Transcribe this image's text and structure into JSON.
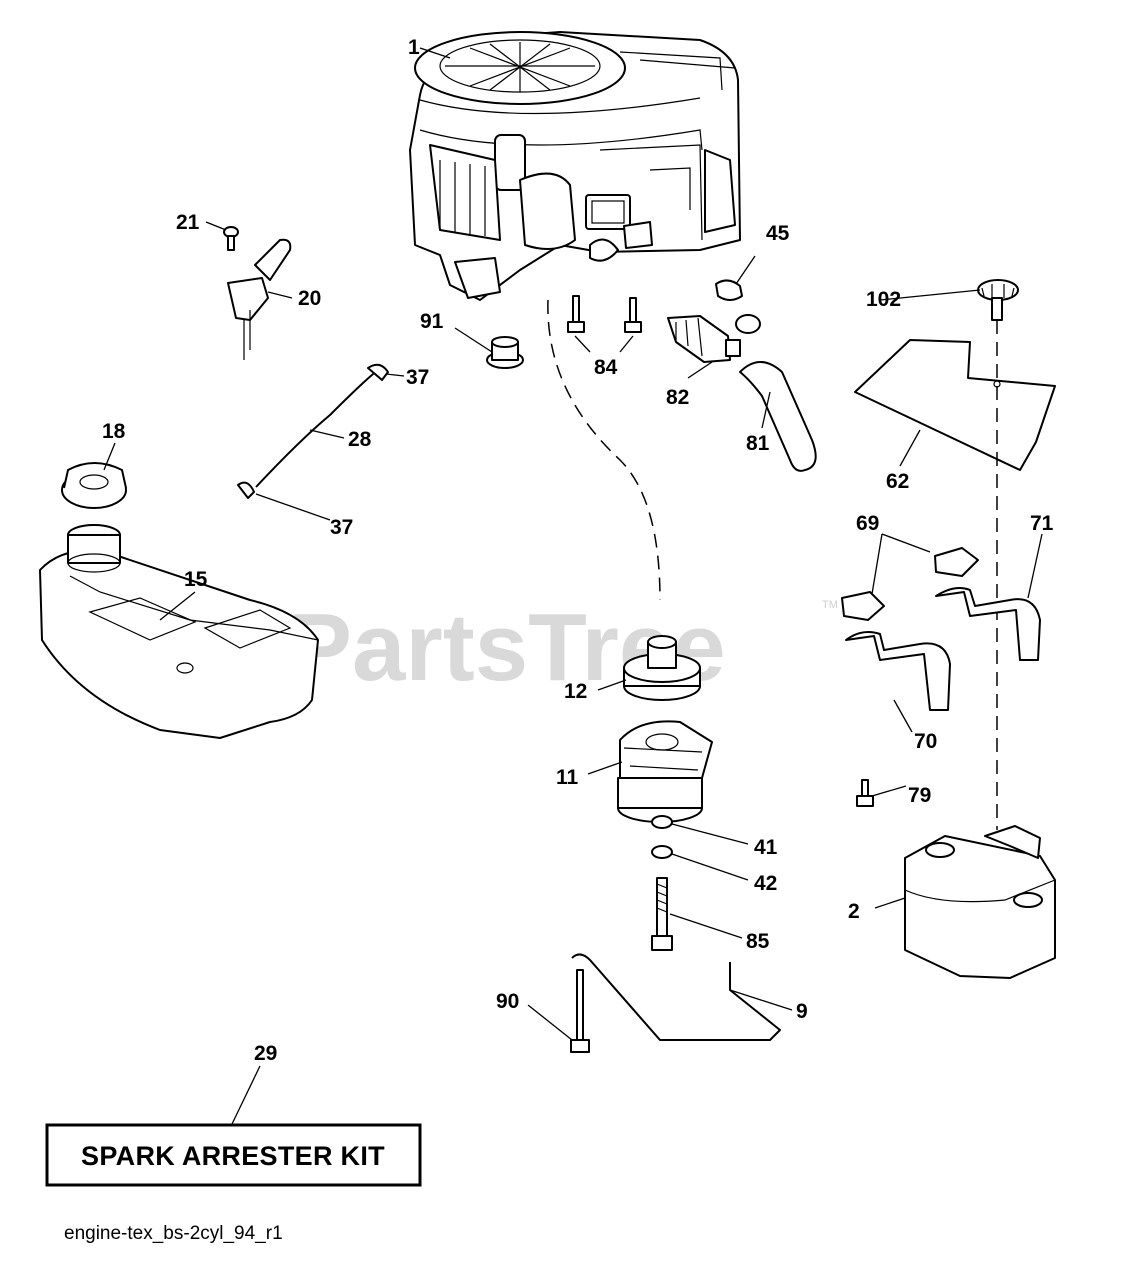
{
  "watermark": {
    "text": "PartsTree",
    "tm": "TM"
  },
  "callouts": {
    "c1": "1",
    "c2": "2",
    "c9": "9",
    "c11": "11",
    "c12": "12",
    "c15": "15",
    "c18": "18",
    "c20": "20",
    "c21": "21",
    "c28": "28",
    "c29": "29",
    "c37a": "37",
    "c37b": "37",
    "c41": "41",
    "c42": "42",
    "c45": "45",
    "c62": "62",
    "c69": "69",
    "c70": "70",
    "c71": "71",
    "c79": "79",
    "c81": "81",
    "c82": "82",
    "c84": "84",
    "c85": "85",
    "c90": "90",
    "c91": "91",
    "c102": "102"
  },
  "kit_box": {
    "label": "SPARK ARRESTER KIT"
  },
  "caption": "engine-tex_bs-2cyl_94_r1"
}
